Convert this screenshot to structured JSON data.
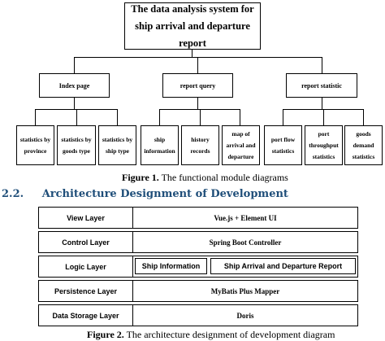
{
  "figure1": {
    "root": "The data analysis system for ship arrival and departure report",
    "modules": [
      {
        "label": "Index page",
        "children": [
          "statistics by province",
          "statistics by goods type",
          "statistics by ship type"
        ]
      },
      {
        "label": "report query",
        "children": [
          "ship information",
          "history records",
          "map of arrival and departure"
        ]
      },
      {
        "label": "report statistic",
        "children": [
          "port flow statistics",
          "port throughput statistics",
          "goods demand statistics"
        ]
      }
    ],
    "caption_num": "Figure 1.",
    "caption_text": " The functional module diagrams"
  },
  "section": {
    "number": "2.2.",
    "title": "Architecture Designment of Development"
  },
  "figure2": {
    "layers": [
      {
        "name": "View Layer",
        "body": "Vue.js + Element UI"
      },
      {
        "name": "Control Layer",
        "body": "Spring Boot Controller"
      },
      {
        "name": "Logic Layer",
        "subs": [
          "Ship Information",
          "Ship Arrival and Departure Report"
        ]
      },
      {
        "name": "Persistence Layer",
        "body": "MyBatis Plus Mapper"
      },
      {
        "name": "Data Storage Layer",
        "body": "Doris"
      }
    ],
    "caption_num": "Figure 2.",
    "caption_text": " The architecture designment of development diagram"
  }
}
